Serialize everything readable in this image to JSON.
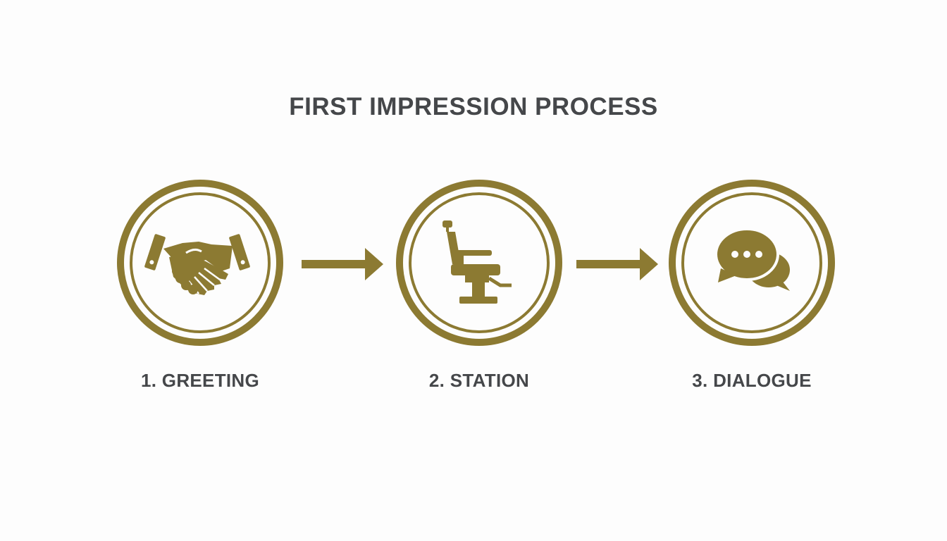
{
  "title": "FIRST IMPRESSION PROCESS",
  "accent_color": "#8c7a32",
  "text_color": "#45474a",
  "steps": [
    {
      "label": "1. GREETING",
      "icon": "handshake-icon"
    },
    {
      "label": "2. STATION",
      "icon": "barber-chair-icon"
    },
    {
      "label": "3. DIALOGUE",
      "icon": "speech-bubbles-icon"
    }
  ],
  "connectors": [
    "arrow-right",
    "arrow-right"
  ]
}
